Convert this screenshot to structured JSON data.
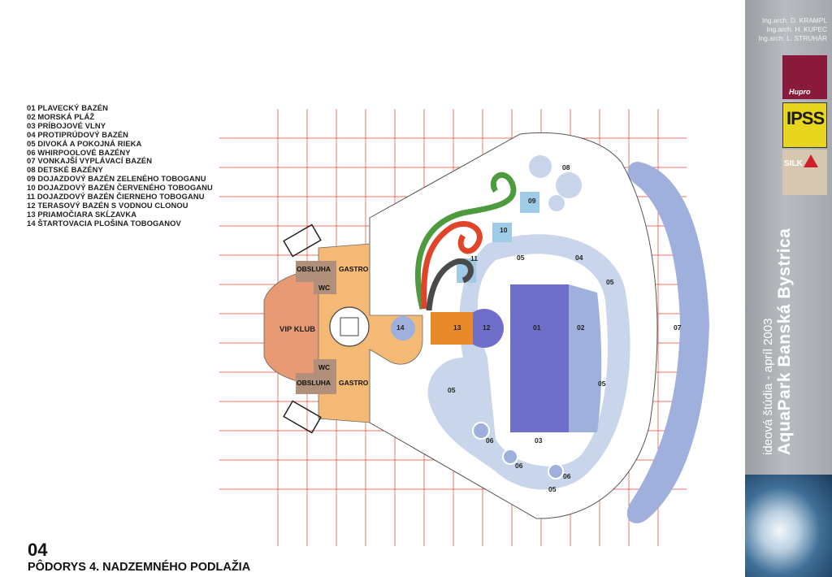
{
  "legend": [
    "01 PLAVECKÝ BAZÉN",
    "02 MORSKÁ PLÁŽ",
    "03 PRÍBOJOVÉ VLNY",
    "04 PROTIPRÚDOVÝ BAZÉN",
    "05 DIVOKÁ A POKOJNÁ RIEKA",
    "06 WHIRPOOLOVÉ BAZÉNY",
    "07 VONKAJŠÍ VYPLÁVACÍ BAZÉN",
    "08 DETSKÉ BAZÉNY",
    "09 DOJAZDOVÝ BAZÉN ZELENÉHO TOBOGANU",
    "10 DOJAZDOVÝ BAZÉN ČERVENÉHO TOBOGANU",
    "11 DOJAZDOVÝ BAZÉN ČIERNEHO TOBOGANU",
    "12 TERASOVÝ BAZÉN S VODNOU CLONOU",
    "13 PRIAMOČIARA SKĹZAVKA",
    "14 ŠTARTOVACIA PLOŠINA TOBOGANOV"
  ],
  "sheet": {
    "number": "04",
    "title": "PÔDORYS 4. NADZEMNÉHO PODLAŽIA"
  },
  "sidebar": {
    "authors": [
      "Ing.arch. D. KRAMPL",
      "Ing.arch. H. KUPEC",
      "Ing.arch. L. STRUHÁR"
    ],
    "logo_hupro": "Hupro",
    "logo_ipss": "IPSS",
    "logo_silk": "SILK",
    "study_line": "ideová štúdia - apríl 2003",
    "project_line": "AquaPark Banská Bystrica"
  },
  "plan": {
    "rooms": {
      "vip": "VIP KLUB",
      "obsluha_top": "OBSLUHA",
      "gastro_top": "GASTRO",
      "wc_top": "WC",
      "wc_bottom": "WC",
      "obsluha_bottom": "OBSLUHA",
      "gastro_bottom": "GASTRO"
    },
    "labels": {
      "n01": "01",
      "n02": "02",
      "n03": "03",
      "n04": "04",
      "n05a": "05",
      "n05b": "05",
      "n05c": "05",
      "n05d": "05",
      "n05e": "05",
      "n06a": "06",
      "n06b": "06",
      "n06c": "06",
      "n07": "07",
      "n08": "08",
      "n09": "09",
      "n10": "10",
      "n11": "11",
      "n12": "12",
      "n13": "13",
      "n14": "14"
    },
    "colors": {
      "water_light": "#c9d5ea",
      "water_mid": "#9fb0dc",
      "water_deep": "#6f6fc9",
      "pool_cyan": "#9fcbe6",
      "gastro": "#f4b975",
      "vip": "#e79a74",
      "service": "#b0907a",
      "grid": "#e8412c",
      "slide_green": "#4e9a3e",
      "slide_red": "#e0452a",
      "slide_black": "#4a4a4a",
      "slide_straight": "#e88a2a"
    }
  }
}
